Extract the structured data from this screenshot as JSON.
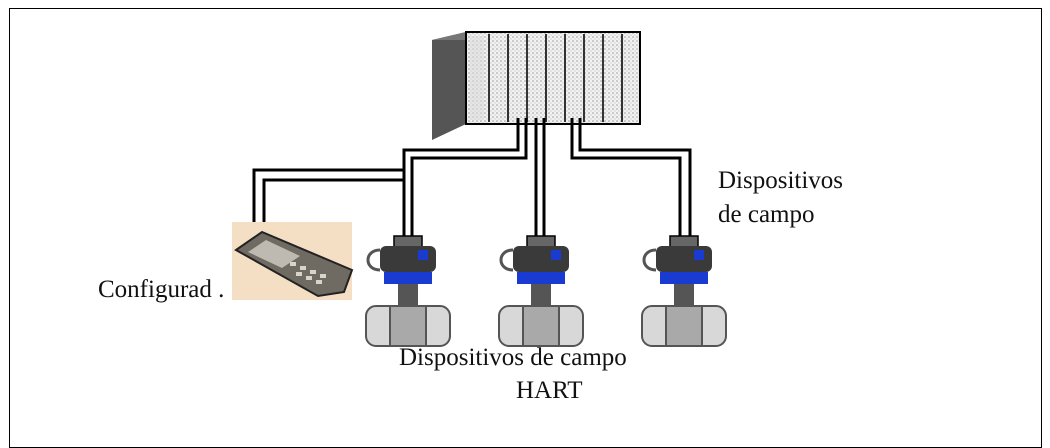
{
  "diagram": {
    "configurator_label": "Configurad .",
    "field_devices_label_line1": "Dispositivos",
    "field_devices_label_line2": "de campo",
    "hart_devices_label_line1": "Dispositivos de campo",
    "hart_devices_label_line2": "HART"
  },
  "colors": {
    "line": "#000000",
    "controller_body": "#6b6b6b",
    "controller_slot": "#e6e6e6",
    "device_blue": "#1a3bd1",
    "device_gray": "#8a8a8a",
    "configurator_bg": "#f4dfc4"
  }
}
